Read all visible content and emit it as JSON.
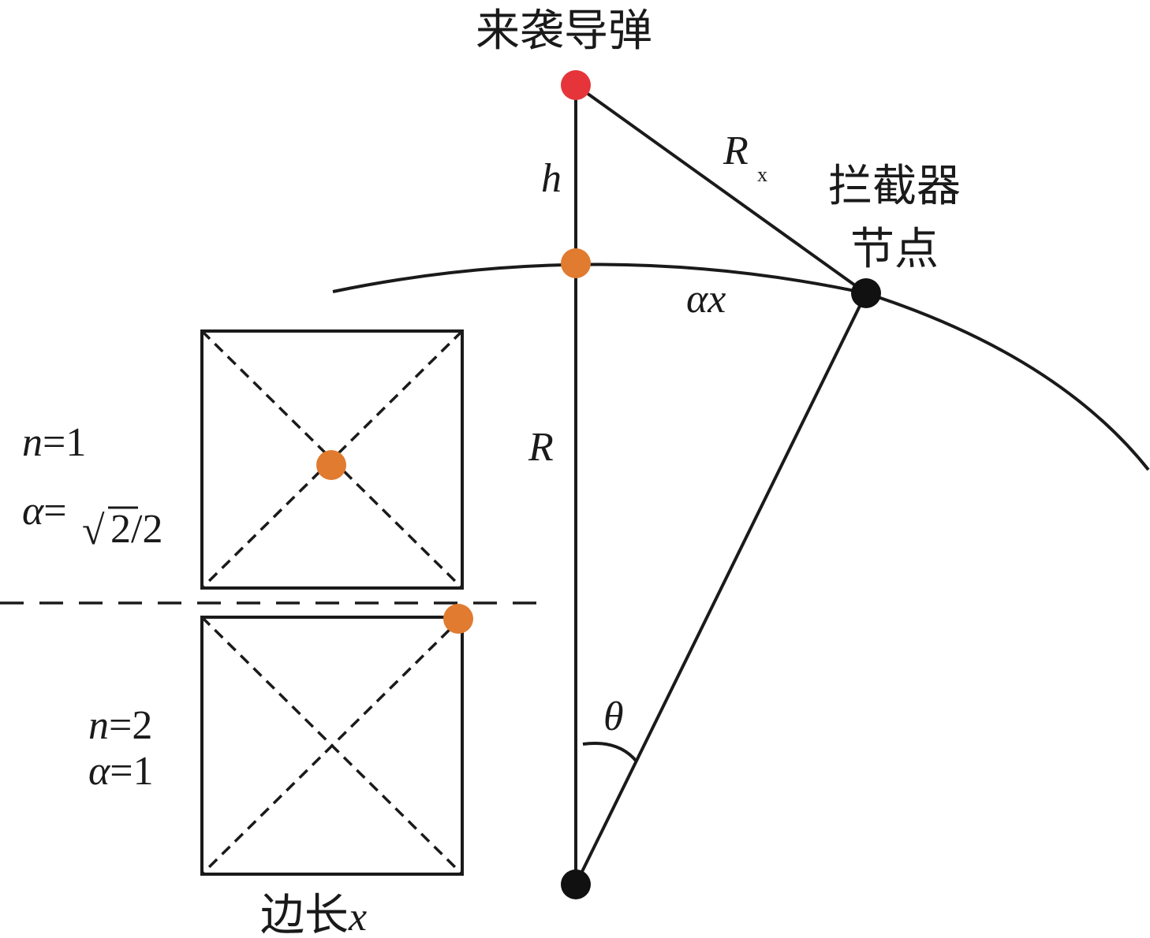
{
  "labels": {
    "incoming_missile": "来袭导弹",
    "interceptor_node_line1": "拦截器",
    "interceptor_node_line2": "节点",
    "h": "h",
    "r_x_main": "R",
    "r_x_sub": "x",
    "alpha_x": "αx",
    "r": "R",
    "theta": "θ",
    "side_length_cn": "边长",
    "side_length_var": "x"
  },
  "case_n1": {
    "n_var": "n",
    "n_eq": "=1",
    "alpha_var": "α",
    "alpha_eq": "=",
    "sqrt_sign": "√",
    "alpha_num": "2",
    "alpha_den": "/2"
  },
  "case_n2": {
    "n_var": "n",
    "n_eq": "=2",
    "alpha_var": "α",
    "alpha_eq": "=1"
  },
  "colors": {
    "missile": "#e5353a",
    "node_orange": "#e07b30",
    "node_black": "#111111",
    "line": "#1a1a1a"
  }
}
